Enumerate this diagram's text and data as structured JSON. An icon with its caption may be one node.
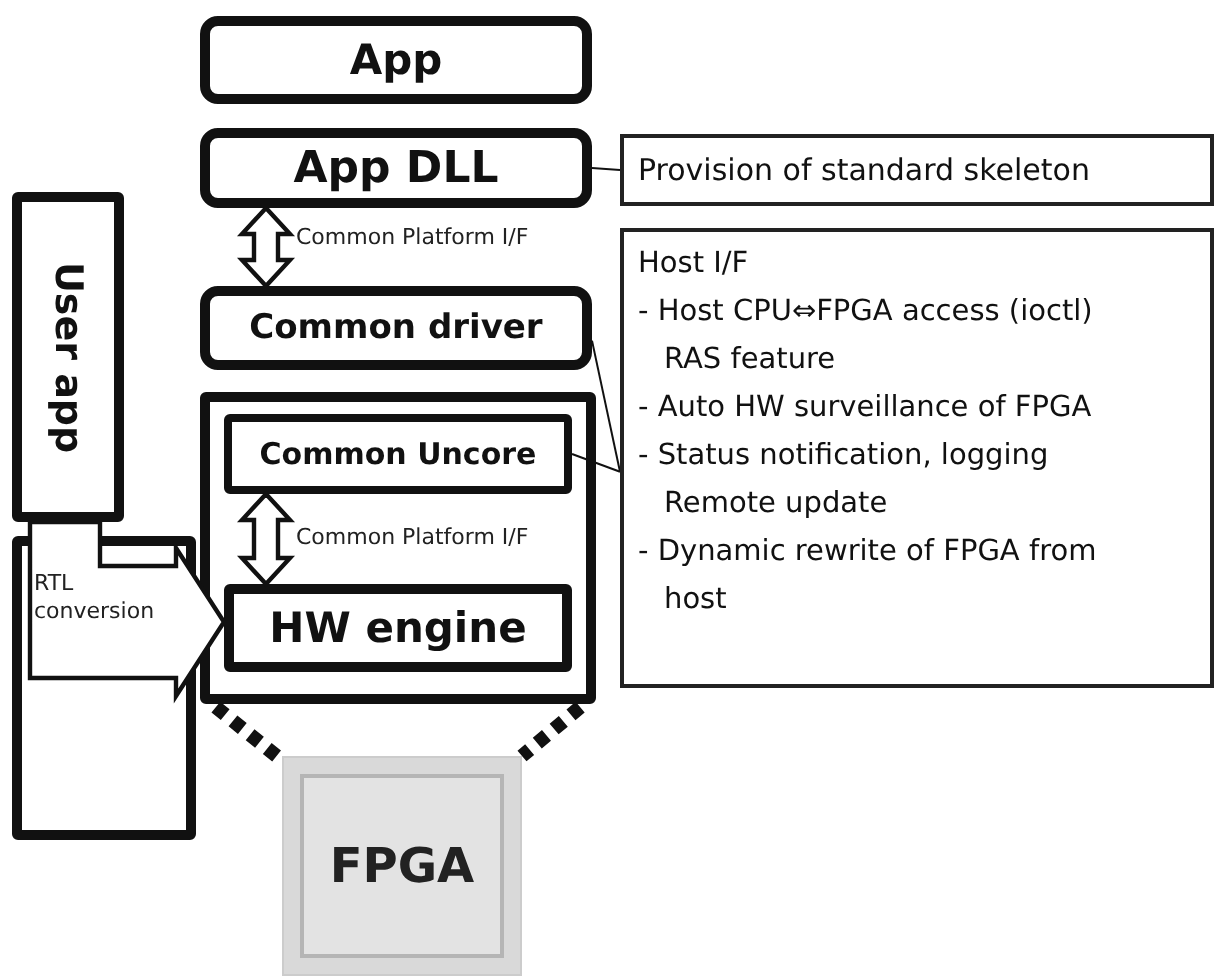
{
  "diagram": {
    "nodes": [
      {
        "text": [
          "App"
        ]
      },
      {
        "text": [
          "App DLL"
        ]
      },
      {
        "text": [
          "Provision of standard skeleton"
        ]
      },
      {
        "text": [
          "Host I/F",
          "- Host CPU⇔FPGA access (ioctl)",
          "RAS feature",
          "- Auto HW surveillance of FPGA",
          "- Status notification, logging",
          "Remote update",
          "- Dynamic rewrite of FPGA from host"
        ]
      },
      {
        "text": [
          "Common driver"
        ]
      },
      {
        "text": [],
        "shape": "box"
      },
      {
        "text": [
          "Common Uncore"
        ],
        "in": 5
      },
      {
        "text": [
          "HW engine"
        ],
        "in": 5
      },
      {
        "text": [
          "User app"
        ]
      },
      {
        "text": [],
        "shape": "box"
      },
      {
        "text": [
          "FPGA"
        ]
      }
    ],
    "edges": [
      {
        "from": 1,
        "to": 4,
        "arrow": "both",
        "label": "Common Platform I/F",
        "style": "thick"
      },
      {
        "from": 1,
        "to": 2,
        "arrow": "none"
      },
      {
        "from": 4,
        "to": 3,
        "arrow": "none"
      },
      {
        "from": 6,
        "to": 3,
        "arrow": "none"
      },
      {
        "from": 6,
        "to": 7,
        "arrow": "both",
        "label": "Common Platform I/F",
        "style": "thick"
      },
      {
        "from": 8,
        "to": 7,
        "arrow": "to",
        "label": "RTL conversion",
        "style": "thick"
      },
      {
        "from": 5,
        "to": 10,
        "arrow": "none",
        "style": "dashed"
      },
      {
        "from": 5,
        "to": 10,
        "arrow": "none",
        "style": "dashed"
      }
    ]
  }
}
